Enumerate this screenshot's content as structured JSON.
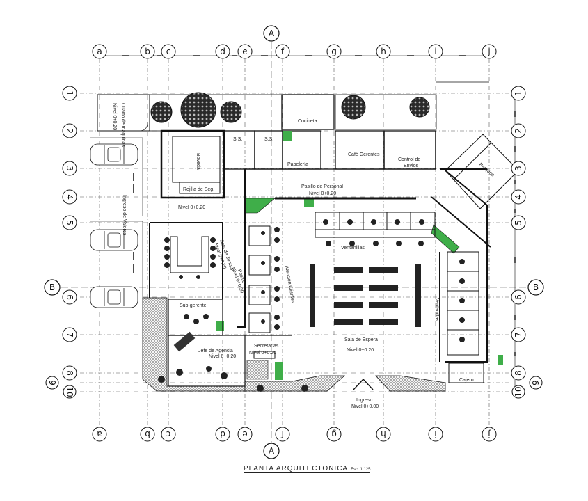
{
  "title": {
    "main": "PLANTA ARQUITECTONICA",
    "scale": "Esc. 1:125"
  },
  "axes": {
    "columns_top": [
      "a",
      "b",
      "c",
      "d",
      "e",
      "f",
      "g",
      "h",
      "i",
      "j"
    ],
    "columns_bottom": [
      "a",
      "b",
      "c",
      "d",
      "e",
      "f",
      "g",
      "h",
      "i",
      "j"
    ],
    "rows_left": [
      "1",
      "2",
      "3",
      "4",
      "5",
      "6",
      "7",
      "8",
      "9",
      "10"
    ],
    "rows_right": [
      "1",
      "2",
      "3",
      "4",
      "5",
      "6",
      "7",
      "8",
      "9",
      "10"
    ],
    "section_a": "A",
    "section_b": "B"
  },
  "rooms": {
    "cuarto_maquinas": "Cuarto de maquinas",
    "cuarto_nivel": "Nivel 0+0.20",
    "cocineta": "Cocineta",
    "ss1": "S.S.",
    "ss2": "S.S.",
    "papeleria": "Papelería",
    "cafe_gerentes": "Café Gerentes",
    "control_de": "Control de",
    "control_envios": "Envios",
    "boveda": "Boveda",
    "rejilla": "Rejilla de Seg.",
    "rejilla_nivel": "Nivel 0+0.20",
    "pasillo_personal": "Pasillo de Personal",
    "pasillo_personal_nivel": "Nivel 0+0.20",
    "ingreso_valores": "Ingreso de Valores",
    "sala_juntas": "Sala de Juntas",
    "sala_juntas_nivel": "Nivel 0+0.20",
    "pasillo": "Pasillo",
    "pasillo_nivel": "Nivel 0+0.20",
    "ventanillas_top": "Ventanillas",
    "ventanillas_right": "Ventanillas",
    "atencion": "Atención Clientes",
    "sub_gerente": "Sub-gerente",
    "jefe_agencia": "Jefe de Agencia",
    "jefe_agencia_nivel": "Nivel 0+0.20",
    "secretarias": "Secretarias",
    "secretarias_nivel": "Nivel 0+0.20",
    "sala_espera": "Sala de Espera",
    "sala_espera_nivel": "Nivel 0+0.20",
    "ingreso": "Ingreso",
    "ingreso_nivel": "Nivel 0+0.00",
    "parqueo": "Parqueo",
    "cajero": "Cajero"
  },
  "colors": {
    "line": "#111111",
    "green": "#3fae49",
    "hatch": "#777777",
    "tree": "#1b1b1b"
  }
}
